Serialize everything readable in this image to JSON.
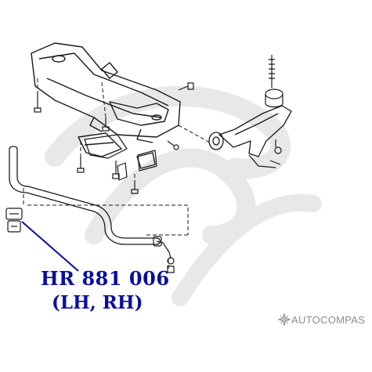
{
  "callout": {
    "part_number": "HR 881 006",
    "sides": "(LH, RH)",
    "color": "#0a0e9c"
  },
  "watermark": {
    "brand": "AUTOCOMPAS",
    "icon": "compass-star-icon",
    "color": "#8c8c8c",
    "background_logo_color": "#e6e6e6"
  },
  "diagram": {
    "line_color": "#1a1a1a",
    "components": [
      "front-crossmember",
      "stabilizer-bar",
      "stabilizer-bushing",
      "stabilizer-link",
      "transverse-link",
      "ball-joint",
      "mounting-brackets",
      "bolts"
    ]
  }
}
